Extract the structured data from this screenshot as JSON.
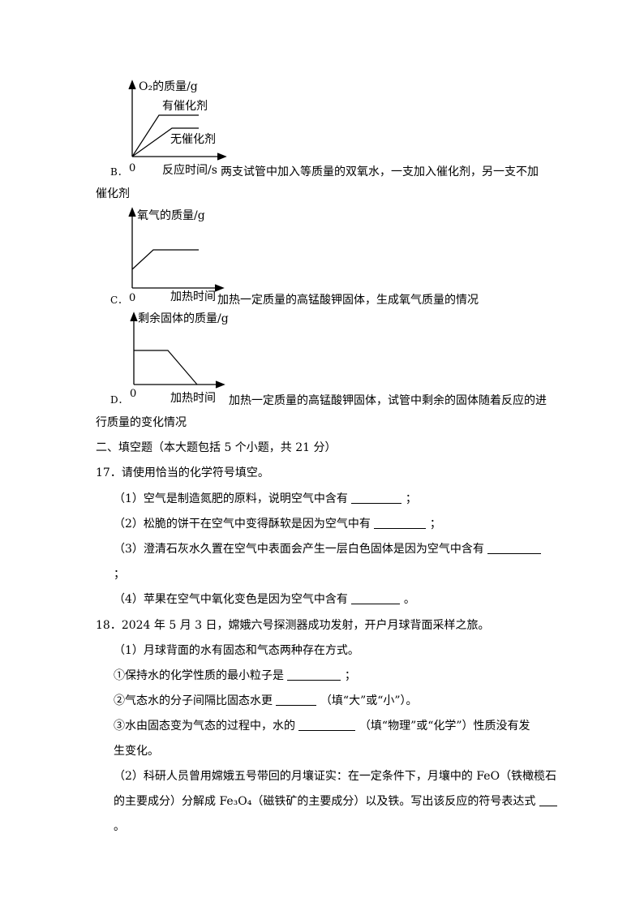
{
  "graphB": {
    "ylabel": "O₂的质量/g",
    "series": [
      {
        "name": "有催化剂"
      },
      {
        "name": "无催化剂"
      }
    ],
    "origin": "0",
    "xlabel": "反应时间/s"
  },
  "optionB": {
    "letter": "B．",
    "text1": "两支试管中加入等质量的双氧水，一支加入催化剂，另一支不加",
    "text2": "催化剂"
  },
  "graphC": {
    "ylabel": "氧气的质量/g",
    "origin": "0",
    "xlabel": "加热时间"
  },
  "optionC": {
    "letter": "C．",
    "text": "加热一定质量的高锰酸钾固体，生成氧气质量的情况"
  },
  "graphD": {
    "ylabel": "剩余固体的质量/g",
    "origin": "0",
    "xlabel": "加热时间"
  },
  "optionD": {
    "letter": "D．",
    "text1": "加热一定质量的高锰酸钾固体，试管中剩余的固体随着反应的进",
    "text2": "行质量的变化情况"
  },
  "section2": {
    "heading": "二、填空题（本大题包括 5 个小题，共 21 分）"
  },
  "q17": {
    "stem": "17．请使用恰当的化学符号填空。",
    "p1": "（1）空气是制造氮肥的原料，说明空气中含有",
    "p1_end": "；",
    "p2": "（2）松脆的饼干在空气中变得酥软是因为空气中有",
    "p2_end": "；",
    "p3": "（3）澄清石灰水久置在空气中表面会产生一层白色固体是因为空气中含有",
    "p3_end": "；",
    "p4": "（4）苹果在空气中氧化变色是因为空气中含有",
    "p4_end": "。"
  },
  "q18": {
    "stem": "18．2024 年 5 月 3 日，嫦娥六号探测器成功发射，开户月球背面采样之旅。",
    "p1": "（1）月球背面的水有固态和气态两种存在方式。",
    "c1": "①保持水的化学性质的最小粒子是",
    "c1_end": "；",
    "c2": "②气态水的分子间隔比固态水更",
    "c2_end": "（填“大”或“小”）。",
    "c3": "③水由固态变为气态的过程中，水的",
    "c3_end": "（填“物理”或“化学”）性质没有发",
    "c3_cont": "生变化。",
    "p2_line1": "（2）科研人员曾用嫦娥五号带回的月壤证实：在一定条件下，月壤中的 FeO（铁橄榄石",
    "p2_line2": "的主要成分）分解成 Fe₃O₄（磁铁矿的主要成分）以及铁。写出该反应的符号表达式",
    "p2_end": "。"
  }
}
